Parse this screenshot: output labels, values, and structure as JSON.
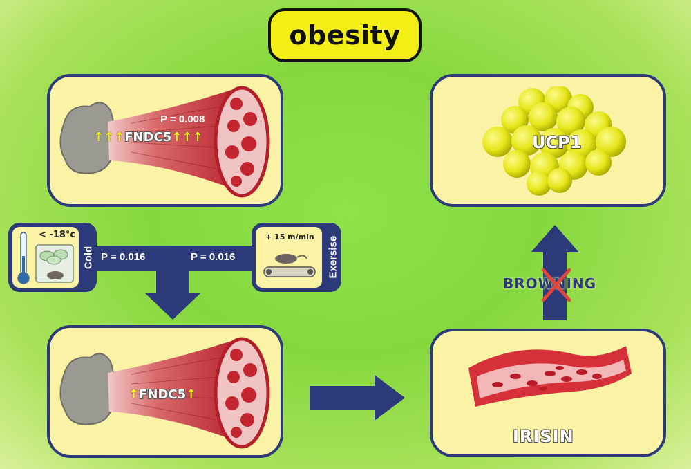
{
  "title": "obesity",
  "top_muscle": {
    "p_value": "P = 0.008",
    "label": "FNDC5",
    "arrows_left": "↑↑↑",
    "arrows_right": "↑↑↑"
  },
  "bottom_muscle": {
    "label": "FNDC5",
    "arrow_left": "↑",
    "arrow_right": "↑"
  },
  "cold": {
    "label": "Cold",
    "temp": "< -18°c",
    "p_value": "P = 0.016"
  },
  "exercise": {
    "label": "Exersise",
    "speed": "+ 15 m/min",
    "p_value": "P = 0.016"
  },
  "ucp1": {
    "label": "UCP1"
  },
  "browning": {
    "label": "BROWNING"
  },
  "irisin": {
    "label": "IRISIN"
  },
  "colors": {
    "panel_fill": "#faf3a6",
    "panel_border": "#2c3a7a",
    "title_fill": "#f4ee17",
    "muscle_red": "#c3262f",
    "arrow_blue": "#2c3a7a",
    "cross_red": "#e0463c"
  }
}
